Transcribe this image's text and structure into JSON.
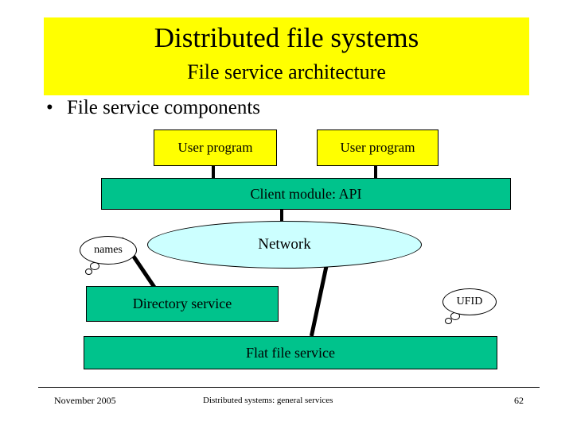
{
  "slide": {
    "title_main": "Distributed file systems",
    "title_sub": "File service architecture",
    "bullet": {
      "marker": "•",
      "text": "File service components"
    },
    "boxes": {
      "user_program_1": "User program",
      "user_program_2": "User program",
      "client_module": "Client module: API",
      "network": "Network",
      "directory_service": "Directory service",
      "flat_file_service": "Flat file service"
    },
    "callouts": {
      "names": "names",
      "ufid": "UFID"
    },
    "footer": {
      "date": "November 2005",
      "center": "Distributed systems: general services",
      "page": "62"
    },
    "colors": {
      "title_background": "#ffff00",
      "box_yellow": "#ffff00",
      "box_green": "#00c38c",
      "network_fill": "#ccffff",
      "outline": "#000000"
    }
  }
}
